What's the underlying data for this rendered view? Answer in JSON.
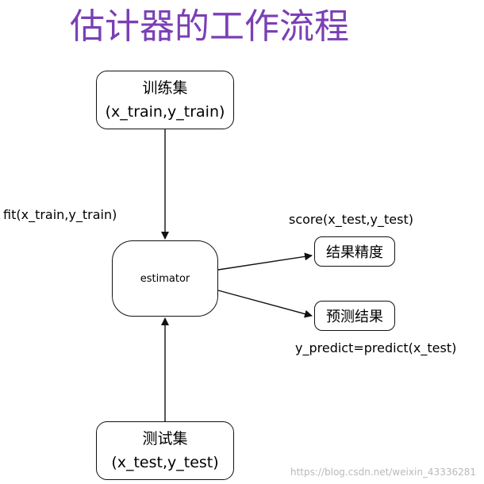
{
  "title": "估计器的工作流程",
  "nodes": {
    "train": {
      "name": "训练集",
      "params": "(x_train,y_train)"
    },
    "estimator": {
      "name": "estimator"
    },
    "score": {
      "name": "结果精度"
    },
    "predict": {
      "name": "预测结果"
    },
    "test": {
      "name": "测试集",
      "params": "(x_test,y_test)"
    }
  },
  "edge_labels": {
    "fit": "fit(x_train,y_train)",
    "score": "score(x_test,y_test)",
    "predict": "y_predict=predict(x_test)"
  },
  "watermark": "https://blog.csdn.net/weixin_43336281"
}
